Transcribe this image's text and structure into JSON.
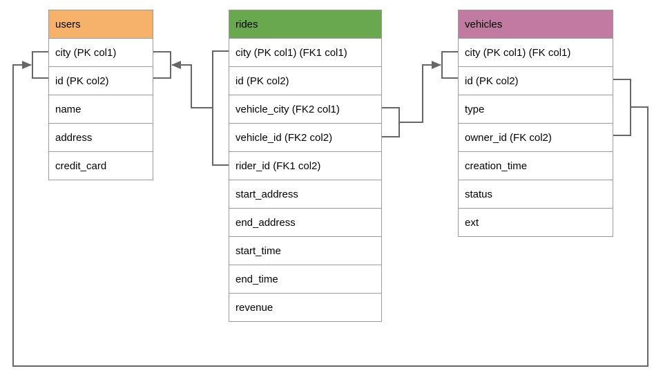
{
  "canvas": {
    "background": "#ffffff"
  },
  "diagram": {
    "tables": [
      {
        "name": "users",
        "header_color": "#f6b26b",
        "columns": [
          "city (PK col1)",
          "id (PK col2)",
          "name",
          "address",
          "credit_card"
        ]
      },
      {
        "name": "rides",
        "header_color": "#6aa84f",
        "columns": [
          "city (PK col1) (FK1 col1)",
          "id (PK col2)",
          "vehicle_city (FK2 col1)",
          "vehicle_id (FK2 col2)",
          "rider_id (FK1 col2)",
          "start_address",
          "end_address",
          "start_time",
          "end_time",
          "revenue"
        ]
      },
      {
        "name": "vehicles",
        "header_color": "#c27ba0",
        "columns": [
          "city (PK col1) (FK col1)",
          "id (PK col2)",
          "type",
          "owner_id (FK col2)",
          "creation_time",
          "status",
          "ext"
        ]
      }
    ],
    "relationships": [
      {
        "name": "rides-to-users",
        "from_table": "rides",
        "from_columns": [
          "city (FK1 col1)",
          "rider_id (FK1 col2)"
        ],
        "to_table": "users",
        "to_columns": [
          "city (PK col1)",
          "id (PK col2)"
        ]
      },
      {
        "name": "rides-to-vehicles",
        "from_table": "rides",
        "from_columns": [
          "vehicle_city (FK2 col1)",
          "vehicle_id (FK2 col2)"
        ],
        "to_table": "vehicles",
        "to_columns": [
          "city (PK col1)",
          "id (PK col2)"
        ]
      },
      {
        "name": "vehicles-to-users",
        "from_table": "vehicles",
        "from_columns": [
          "city (FK col1)",
          "owner_id (FK col2)"
        ],
        "to_table": "users",
        "to_columns": [
          "city (PK col1)",
          "id (PK col2)"
        ]
      }
    ],
    "colors": {
      "connector": "#666666",
      "table_border": "#999999",
      "text": "#000000"
    }
  }
}
